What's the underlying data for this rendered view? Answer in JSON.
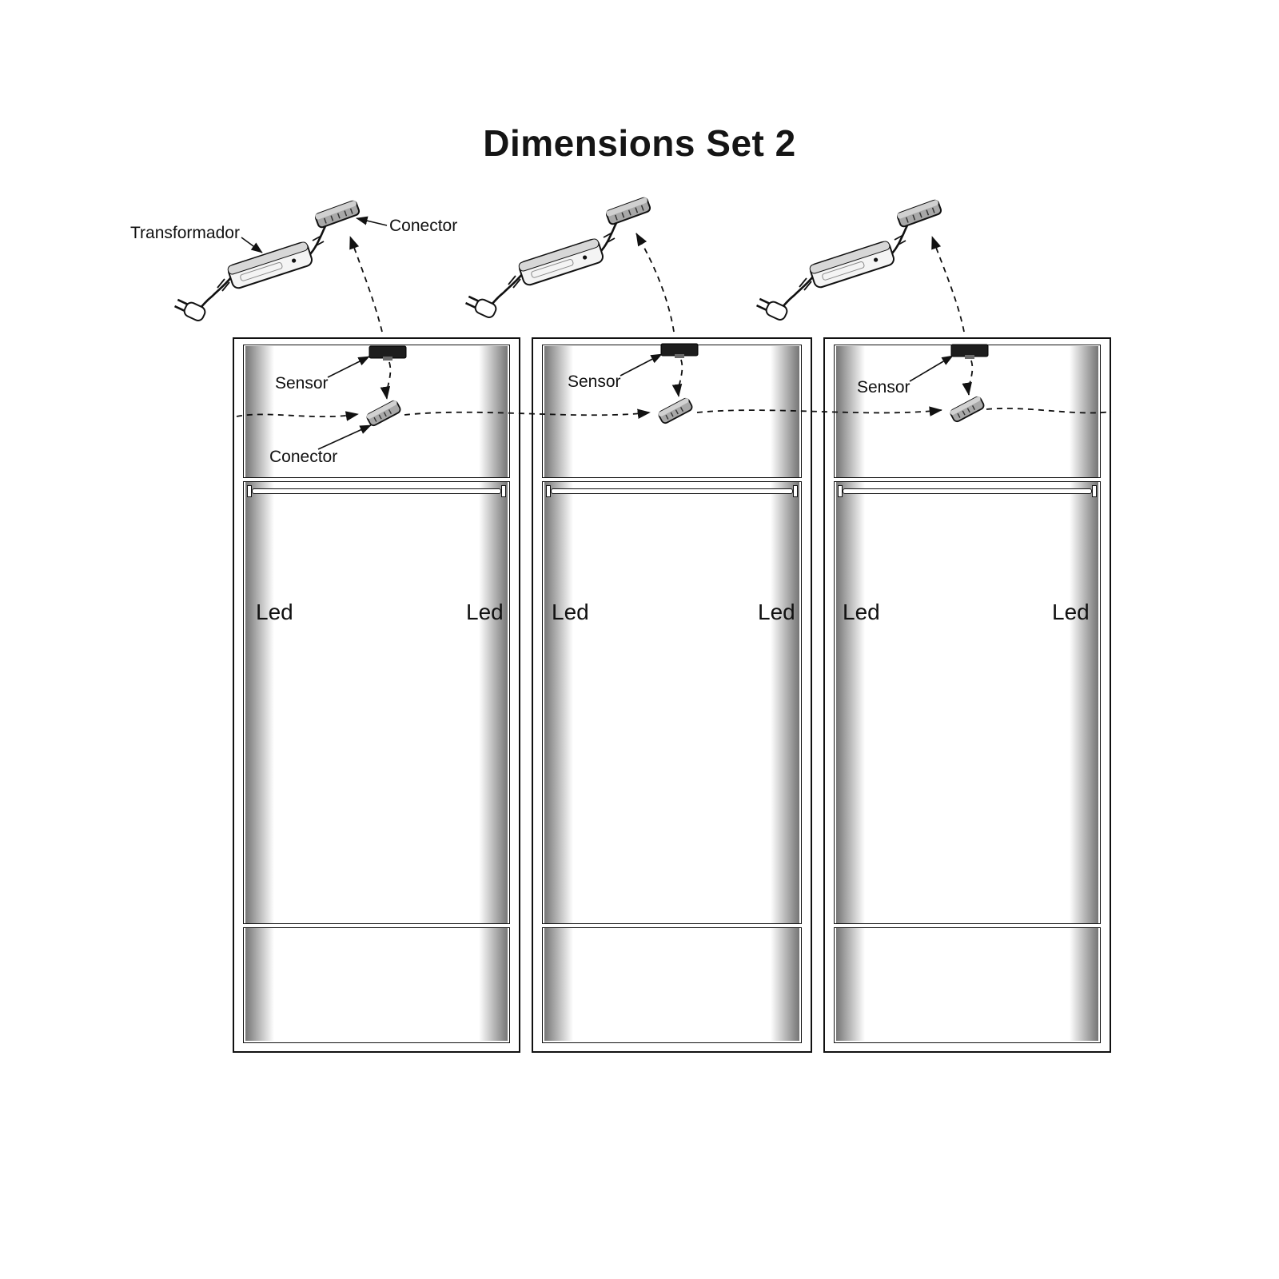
{
  "title": "Dimensions Set 2",
  "annotations": {
    "transformer_label": "Transformador",
    "connector_top_label": "Conector",
    "connector_inner_label": "Conector"
  },
  "units": [
    {
      "sensor_label": "Sensor",
      "led_left": "Led",
      "led_right": "Led"
    },
    {
      "sensor_label": "Sensor",
      "led_left": "Led",
      "led_right": "Led"
    },
    {
      "sensor_label": "Sensor",
      "led_left": "Led",
      "led_right": "Led"
    }
  ],
  "colors": {
    "line": "#111111",
    "led_edge": "#6e6e6e",
    "device_fill": "#f4f4f4",
    "connector_fill": "#a8a8a8",
    "sensor_fill": "#1d1d1d"
  }
}
